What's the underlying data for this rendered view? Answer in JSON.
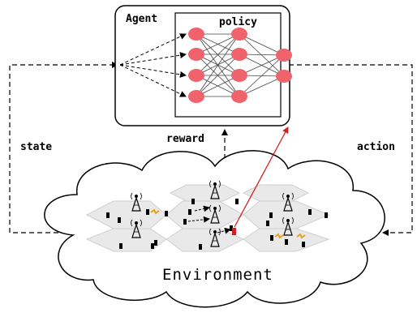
{
  "labels": {
    "agent": "Agent",
    "policy": "policy",
    "reward": "reward",
    "state": "state",
    "action": "action",
    "environment": "Environment"
  },
  "network": {
    "layers": [
      4,
      4,
      4,
      2
    ],
    "node_color": "#f0626c",
    "edge_color": "#444444"
  },
  "colors": {
    "highlight_arrow": "#d62020",
    "selected_device": "#d62020",
    "wireless_link": "#e6a21a",
    "ground_tile": "#e9e9e9"
  },
  "icons": [
    "base-station-icon",
    "mobile-device-icon",
    "wireless-link-icon"
  ]
}
